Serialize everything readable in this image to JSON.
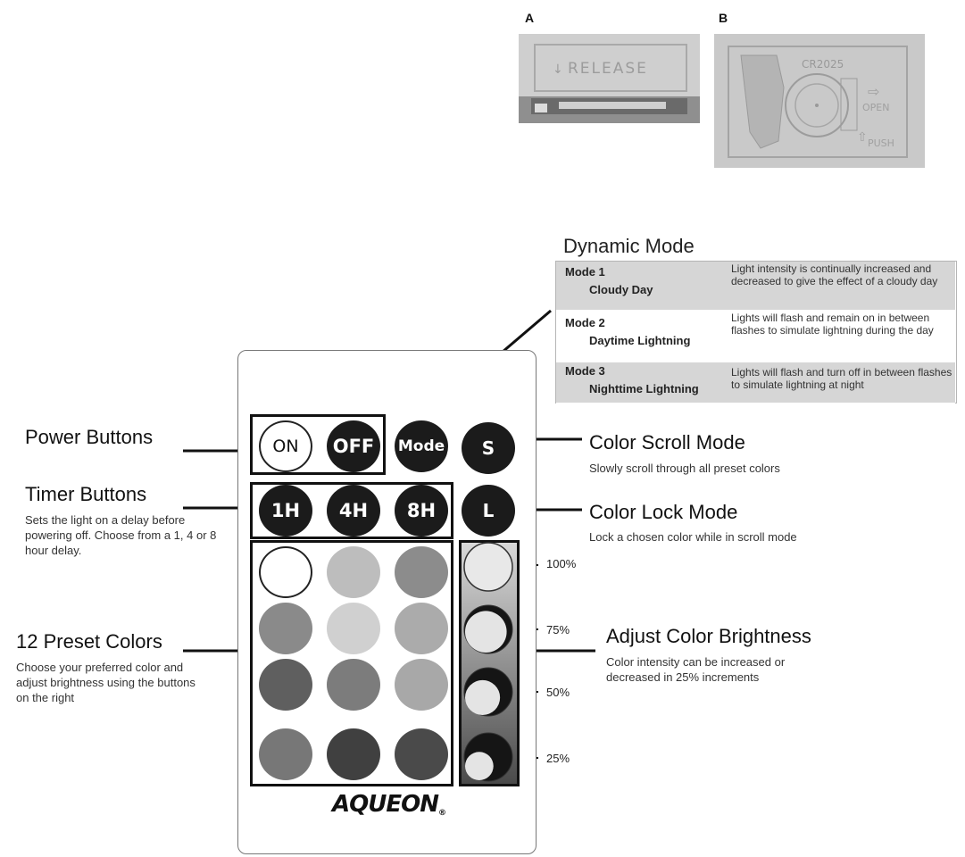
{
  "photos": {
    "a": {
      "label": "A",
      "embossed_text": "RELEASE"
    },
    "b": {
      "label": "B",
      "embossed_text": "CR2025",
      "open_text": "OPEN",
      "push_text": "PUSH"
    }
  },
  "dynamic_mode": {
    "title": "Dynamic Mode",
    "rows": [
      {
        "mode": "Mode 1",
        "name": "Cloudy Day",
        "desc": "Light intensity is continually increased and decreased to give the effect of a cloudy day",
        "bg": "#d6d6d6"
      },
      {
        "mode": "Mode 2",
        "name": "Daytime Lightning",
        "desc": "Lights will flash and remain on in between flashes to simulate lightning during the day",
        "bg": "#ffffff"
      },
      {
        "mode": "Mode 3",
        "name": "Nighttime Lightning",
        "desc": "Lights will flash and turn off in between flashes to simulate lightning at night",
        "bg": "#d6d6d6"
      }
    ]
  },
  "remote": {
    "buttons": {
      "on": "ON",
      "off": "OFF",
      "mode": "Mode",
      "scroll": "S",
      "lock": "L",
      "t1": "1H",
      "t4": "4H",
      "t8": "8H"
    },
    "preset_colors": [
      "#ffffff",
      "#bdbdbd",
      "#8c8c8c",
      "#8a8a8a",
      "#d0d0d0",
      "#ababab",
      "#5f5f5f",
      "#7c7c7c",
      "#a8a8a8",
      "#777777",
      "#404040",
      "#4a4a4a"
    ],
    "brand": "AQUEON",
    "brand_reg": "®"
  },
  "callouts": {
    "power": {
      "title": "Power Buttons"
    },
    "timer": {
      "title": "Timer Buttons",
      "desc": "Sets the light on a delay before powering off. Choose from a 1, 4 or 8 hour delay."
    },
    "presets": {
      "title": "12 Preset Colors",
      "desc": "Choose your preferred color and adjust brightness using the buttons on the right"
    },
    "scroll": {
      "title": "Color Scroll Mode",
      "desc": "Slowly scroll through all preset colors"
    },
    "lock": {
      "title": "Color Lock Mode",
      "desc": "Lock a chosen color while in scroll mode"
    },
    "brightness": {
      "title": "Adjust Color Brightness",
      "desc": "Color intensity can be increased or decreased in 25% increments"
    }
  },
  "brightness_levels": [
    {
      "label": "100%",
      "fill": 1.0
    },
    {
      "label": "75%",
      "fill": 0.75
    },
    {
      "label": "50%",
      "fill": 0.5
    },
    {
      "label": "25%",
      "fill": 0.25
    }
  ]
}
